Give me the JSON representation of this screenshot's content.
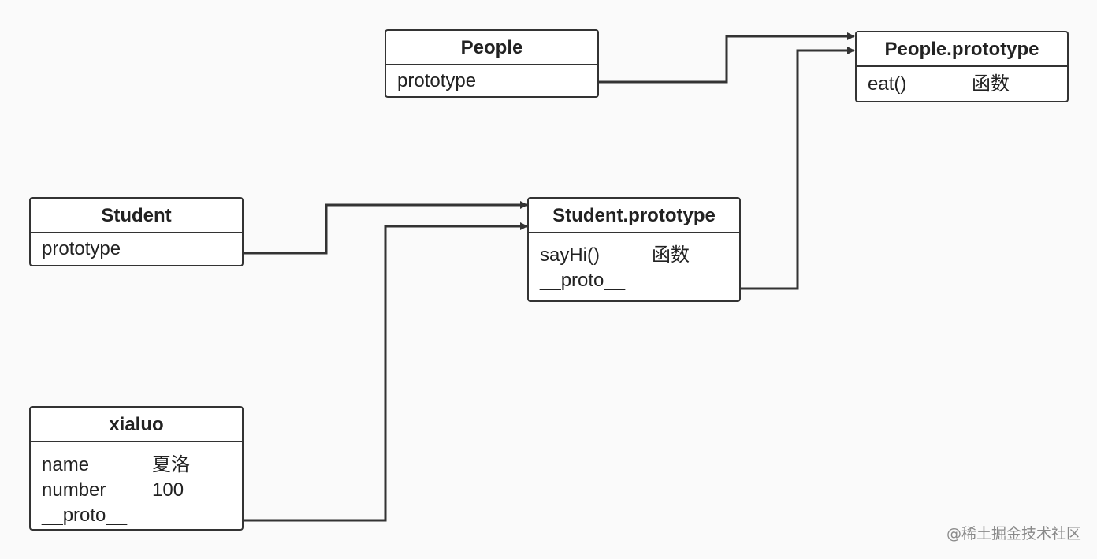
{
  "nodes": {
    "people": {
      "title": "People",
      "rows": [
        {
          "key": "prototype",
          "value": ""
        }
      ]
    },
    "people_prototype": {
      "title": "People.prototype",
      "rows": [
        {
          "key": "eat()",
          "value": "函数"
        }
      ]
    },
    "student": {
      "title": "Student",
      "rows": [
        {
          "key": "prototype",
          "value": ""
        }
      ]
    },
    "student_prototype": {
      "title": "Student.prototype",
      "rows": [
        {
          "key": "sayHi()",
          "value": "函数"
        },
        {
          "key": "__proto__",
          "value": ""
        }
      ]
    },
    "xialuo": {
      "title": "xialuo",
      "rows": [
        {
          "key": "name",
          "value": "夏洛"
        },
        {
          "key": "number",
          "value": "100"
        },
        {
          "key": "__proto__",
          "value": ""
        }
      ]
    }
  },
  "edges": [
    {
      "from": "people.prototype",
      "to": "people_prototype"
    },
    {
      "from": "student_prototype.__proto__",
      "to": "people_prototype"
    },
    {
      "from": "student.prototype",
      "to": "student_prototype"
    },
    {
      "from": "xialuo.__proto__",
      "to": "student_prototype"
    }
  ],
  "watermark": "@稀土掘金技术社区",
  "colors": {
    "stroke": "#333333",
    "background": "#fafafa",
    "box_fill": "#ffffff"
  }
}
